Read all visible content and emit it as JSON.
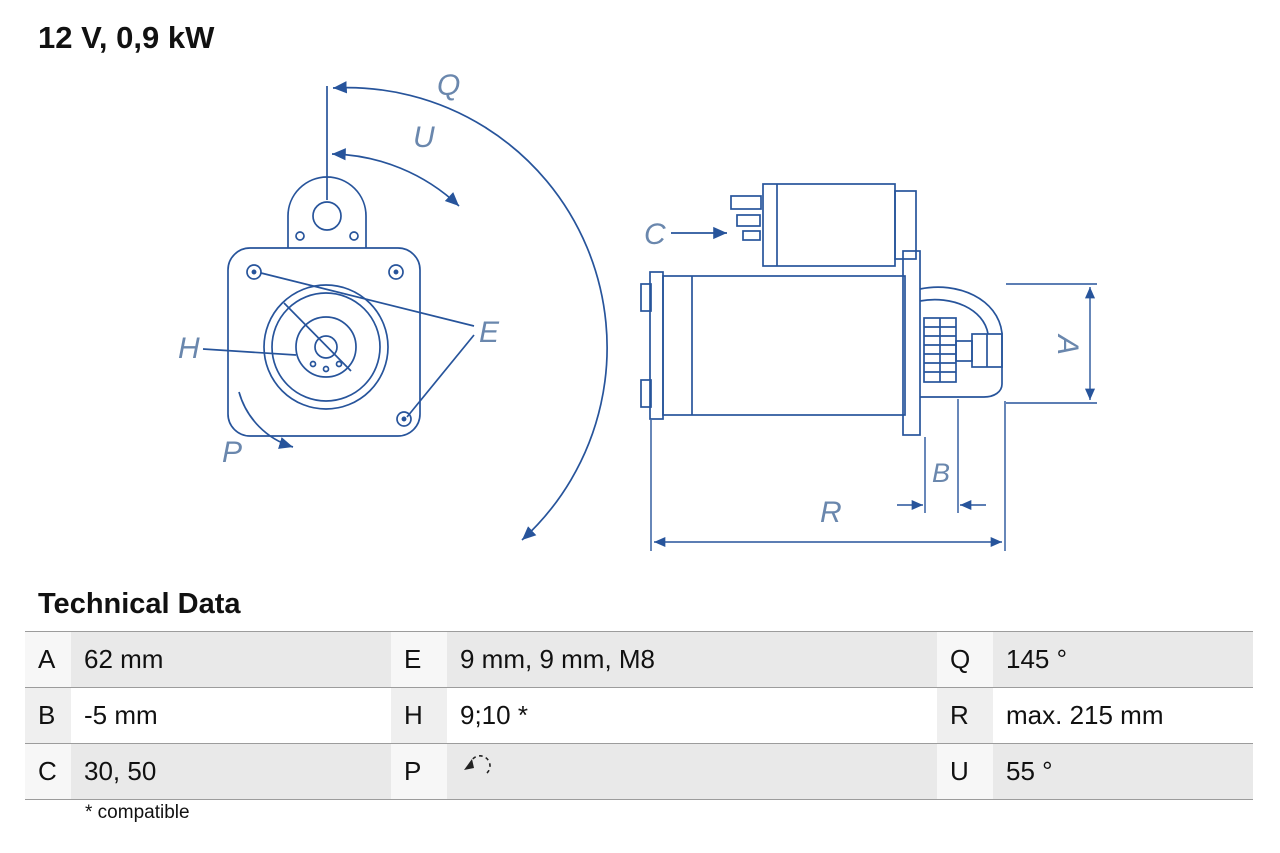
{
  "title": "12 V, 0,9 kW",
  "diagram": {
    "line_color": "#27549b",
    "label_color": "#6a87ad",
    "front_view_labels": {
      "q": "Q",
      "u": "U",
      "h": "H",
      "e": "E",
      "p": "P"
    },
    "side_view_labels": {
      "c": "C",
      "a": "A",
      "b": "B",
      "r": "R"
    }
  },
  "technical_data": {
    "heading": "Technical Data",
    "footnote": "* compatible",
    "rows": [
      {
        "cells": [
          {
            "key": "A",
            "value": "62 mm"
          },
          {
            "key": "E",
            "value": "9 mm, 9 mm, M8"
          },
          {
            "key": "Q",
            "value": "145 °"
          }
        ]
      },
      {
        "cells": [
          {
            "key": "B",
            "value": "-5 mm"
          },
          {
            "key": "H",
            "value": "9;10 *"
          },
          {
            "key": "R",
            "value": "max. 215 mm"
          }
        ]
      },
      {
        "cells": [
          {
            "key": "C",
            "value": "30, 50"
          },
          {
            "key": "P",
            "value": "",
            "icon": "rotation-direction-icon"
          },
          {
            "key": "U",
            "value": "55 °"
          }
        ]
      }
    ]
  }
}
